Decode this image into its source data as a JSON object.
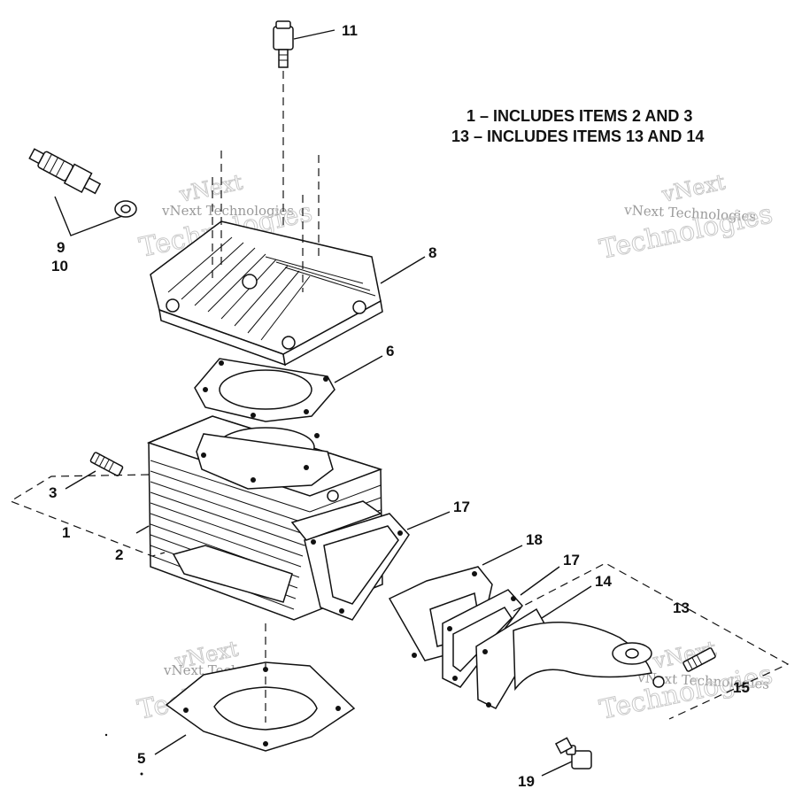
{
  "notes": [
    "1 – INCLUDES ITEMS 2 AND 3",
    "13 – INCLUDES ITEMS 13 AND 14"
  ],
  "watermark": {
    "line1": "vNext",
    "line2": "Technologies",
    "caption": "vNext Technologies"
  },
  "callouts": {
    "c11": "11",
    "c9": "9",
    "c10": "10",
    "c8": "8",
    "c6": "6",
    "c3": "3",
    "c1": "1",
    "c2": "2",
    "c17a": "17",
    "c18": "18",
    "c17b": "17",
    "c14": "14",
    "c13": "13",
    "c5": "5",
    "c19": "19",
    "c15": "15"
  }
}
